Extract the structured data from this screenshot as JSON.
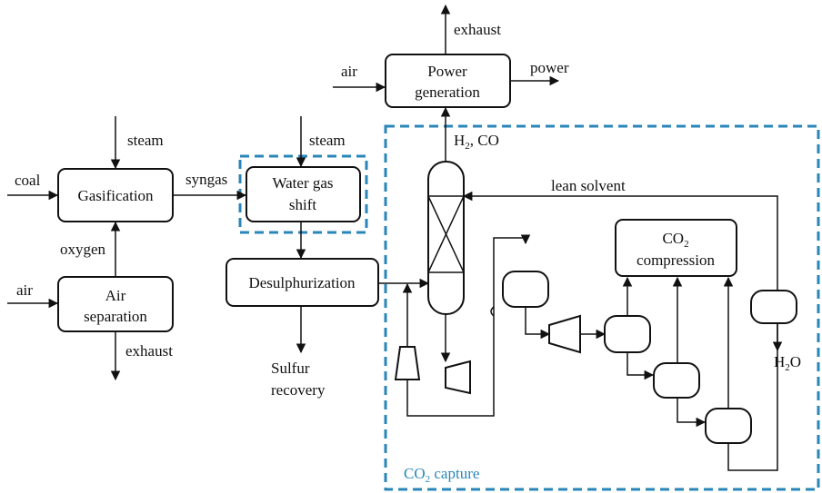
{
  "colors": {
    "capture_border": "#2a86b8",
    "ink": "#111111"
  },
  "blocks": {
    "gasification": "Gasification",
    "air_separation_1": "Air",
    "air_separation_2": "separation",
    "water_gas_shift_1": "Water gas",
    "water_gas_shift_2": "shift",
    "desulphurization": "Desulphurization",
    "power_generation_1": "Power",
    "power_generation_2": "generation",
    "co2_compression_co": "CO",
    "co2_compression_sub": "2",
    "co2_compression_2": "compression"
  },
  "streams": {
    "coal": "coal",
    "air_left": "air",
    "oxygen": "oxygen",
    "steam_gasifier": "steam",
    "steam_shift": "steam",
    "syngas": "syngas",
    "exhaust_asu": "exhaust",
    "sulfur_1": "Sulfur",
    "sulfur_2": "recovery",
    "air_power": "air",
    "exhaust_power": "exhaust",
    "power": "power",
    "h2co_h": "H",
    "h2co_sub": "2",
    "h2co_rest": ", CO",
    "lean_solvent": "lean solvent",
    "h2o_h": "H",
    "h2o_sub": "2",
    "h2o_o": "O"
  },
  "capture": {
    "co": "CO",
    "sub": "2",
    "rest": " capture"
  }
}
